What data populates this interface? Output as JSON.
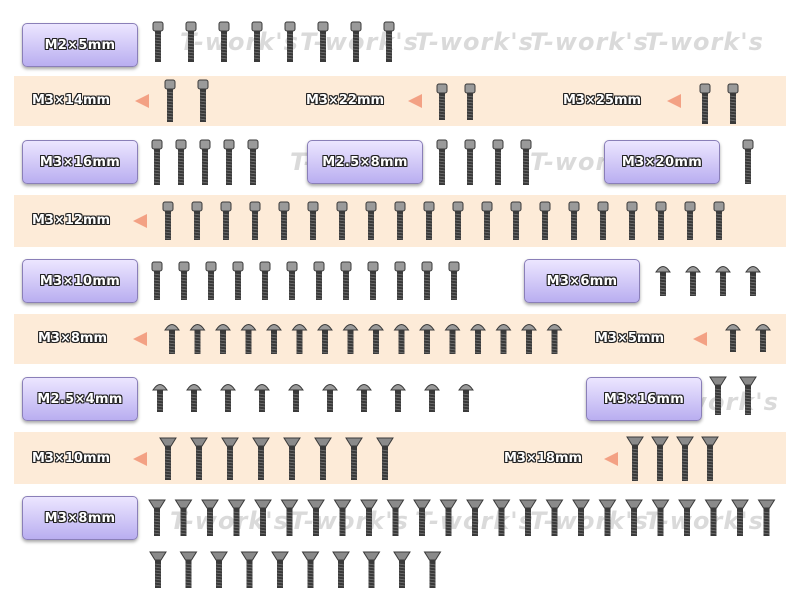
{
  "watermark": "T-work's",
  "colors": {
    "band": "#fdebd8",
    "label_bg": "#c3b8f3",
    "arrow": "#f3a184",
    "screw": "#3a3a3a"
  },
  "rows": [
    {
      "labels": [
        "M2×5mm"
      ],
      "screw_type": "button-head"
    },
    {
      "labels": [
        "M3×14mm",
        "M3×22mm",
        "M3×25mm"
      ],
      "screw_type": "cap-head-long"
    },
    {
      "labels": [
        "M3×16mm",
        "M2.5×8mm",
        "M3×20mm"
      ],
      "screw_type": "cap-head-long"
    },
    {
      "labels": [
        "M3×12mm"
      ],
      "screw_type": "cap-head"
    },
    {
      "labels": [
        "M3×10mm",
        "M3×6mm"
      ],
      "screw_type": "cap-head"
    },
    {
      "labels": [
        "M3×8mm",
        "M3×5mm"
      ],
      "screw_type": "button-head"
    },
    {
      "labels": [
        "M2.5×4mm",
        "M3×16mm"
      ],
      "screw_type": "flanged-button / countersunk"
    },
    {
      "labels": [
        "M3×10mm",
        "M3×18mm"
      ],
      "screw_type": "countersunk"
    },
    {
      "labels": [
        "M3×8mm"
      ],
      "screw_type": "countersunk"
    }
  ]
}
